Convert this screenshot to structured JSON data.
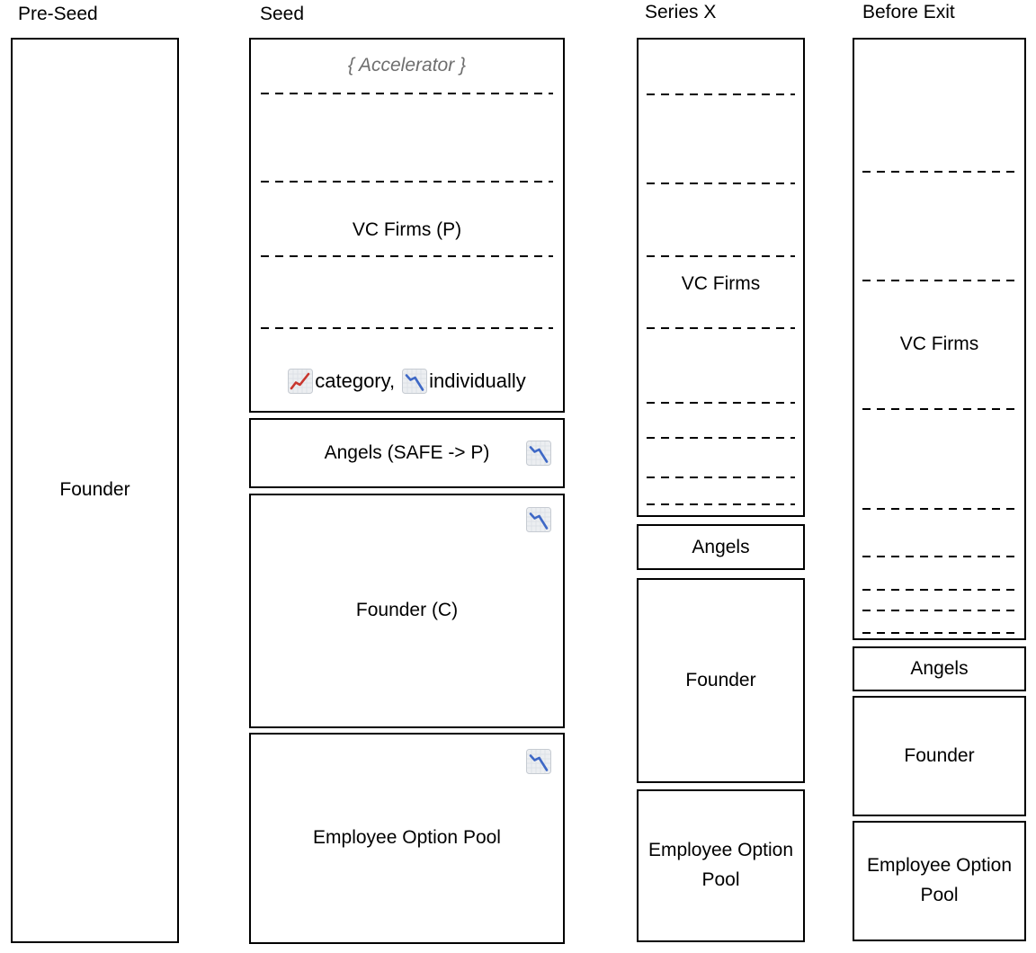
{
  "columns": [
    {
      "header": "Pre-Seed",
      "box": {
        "label": "Founder"
      }
    },
    {
      "header": "Seed",
      "top_box": {
        "accelerator": "{ Accelerator }",
        "vc_label": "VC Firms (P)"
      },
      "legend": {
        "category_icon": "chart-increasing-icon",
        "category_text": "category,",
        "individually_icon": "chart-decreasing-icon",
        "individually_text": "individually"
      },
      "angels": {
        "label": "Angels (SAFE -> P)",
        "icon": "chart-decreasing-icon"
      },
      "founder": {
        "label": "Founder (C)",
        "icon": "chart-decreasing-icon"
      },
      "eop": {
        "label": "Employee Option Pool",
        "icon": "chart-decreasing-icon"
      }
    },
    {
      "header": "Series X",
      "top_box": {
        "vc_label": "VC Firms"
      },
      "angels": {
        "label": "Angels"
      },
      "founder": {
        "label": "Founder"
      },
      "eop": {
        "label": "Employee Option Pool"
      }
    },
    {
      "header": "Before Exit",
      "top_box": {
        "vc_label": "VC Firms"
      },
      "angels": {
        "label": "Angels"
      },
      "founder": {
        "label": "Founder"
      },
      "eop": {
        "label": "Employee Option Pool"
      }
    }
  ],
  "colors": {
    "border": "#000000",
    "text": "#000000",
    "accelerator_text": "#6e6e6e",
    "chart_up_line": "#c8362e",
    "chart_down_line": "#3e68c6",
    "icon_bg": "#eceef1"
  }
}
